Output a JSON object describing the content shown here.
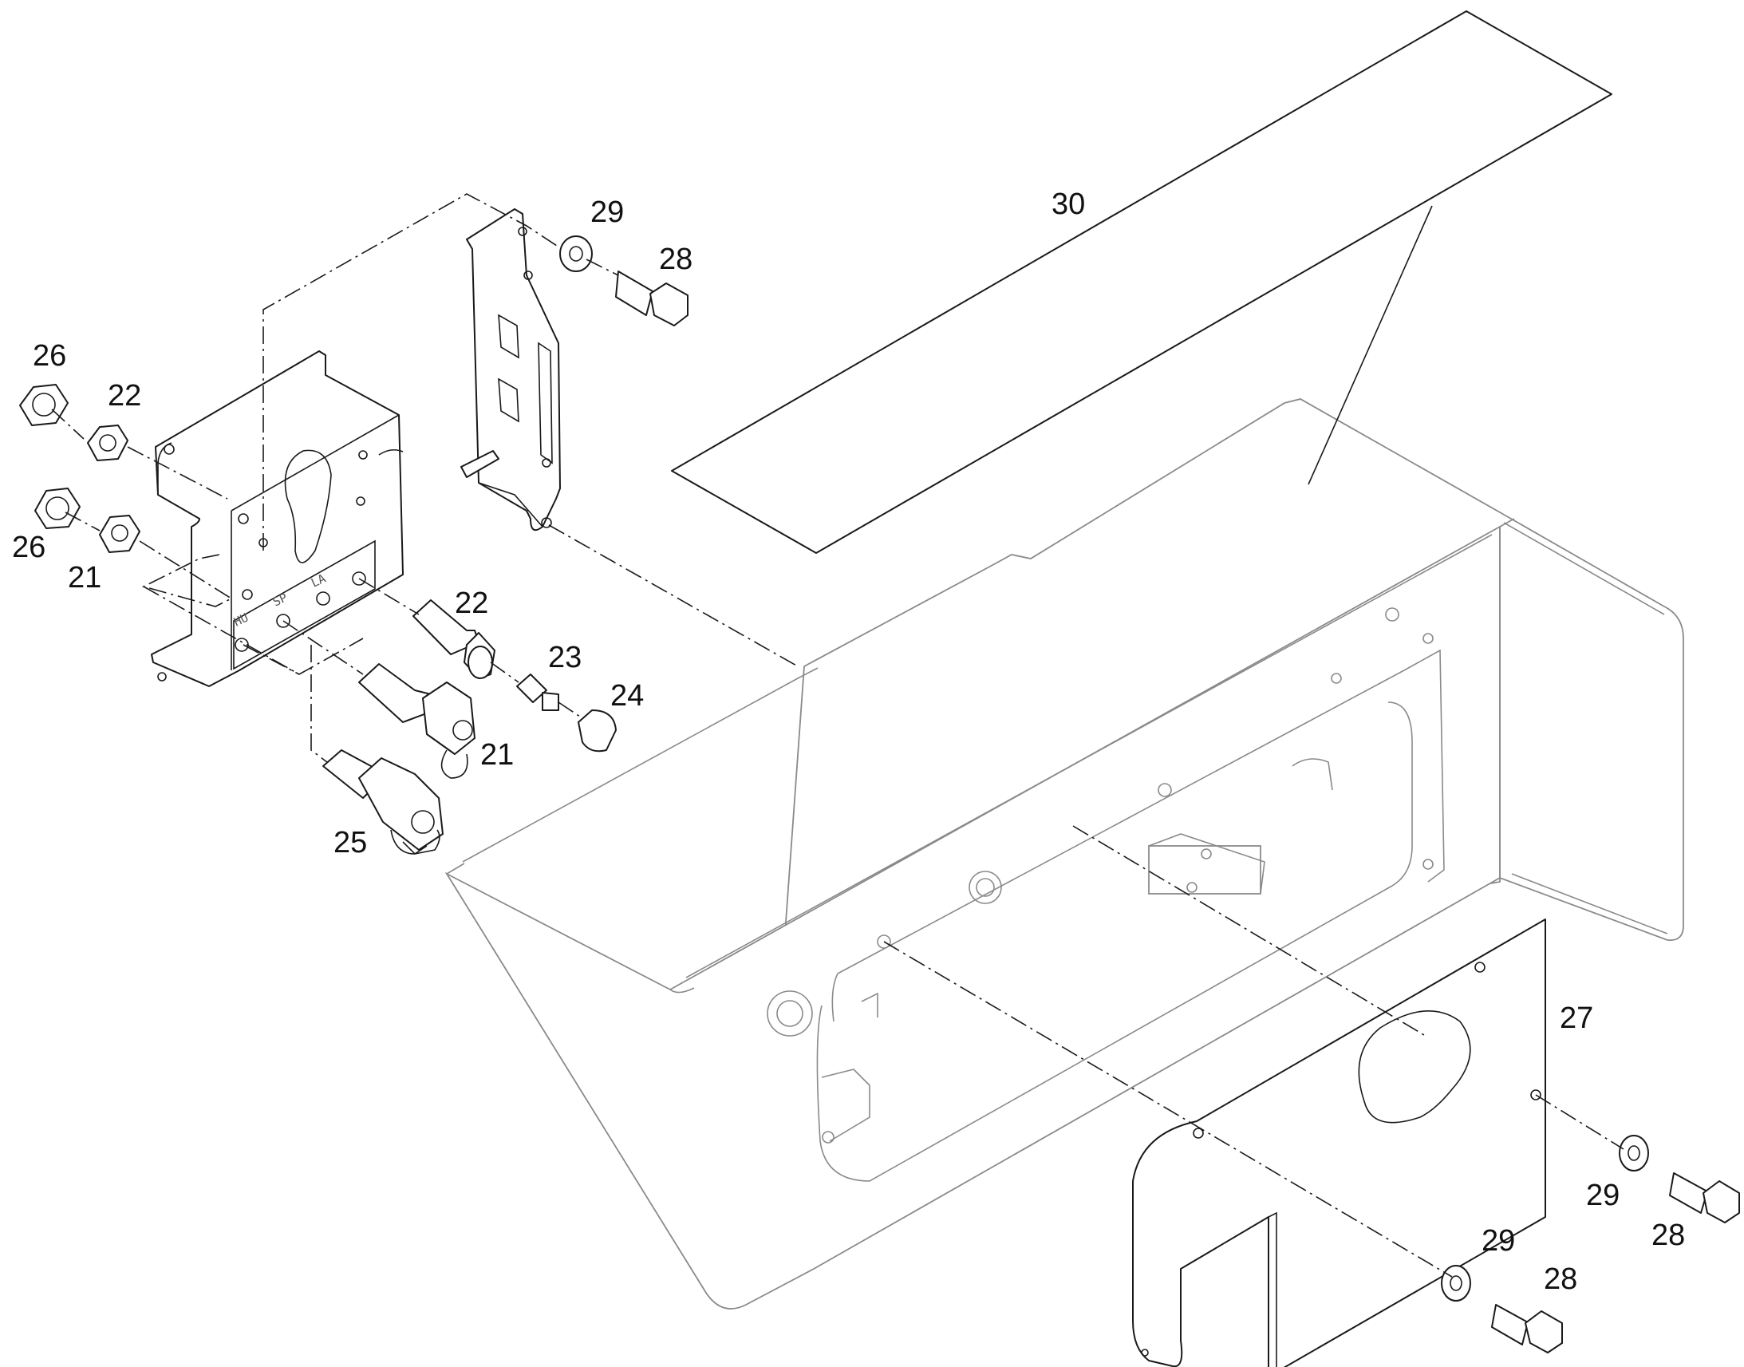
{
  "callouts": {
    "c21a": "21",
    "c21b": "21",
    "c22a": "22",
    "c22b": "22",
    "c23": "23",
    "c24": "24",
    "c25": "25",
    "c26a": "26",
    "c26b": "26",
    "c27": "27",
    "c28a": "28",
    "c28b": "28",
    "c28c": "28",
    "c29a": "29",
    "c29b": "29",
    "c29c": "29",
    "c30": "30"
  },
  "plate_labels": {
    "p1": "HU",
    "p2": "SP",
    "p3": "LA"
  }
}
